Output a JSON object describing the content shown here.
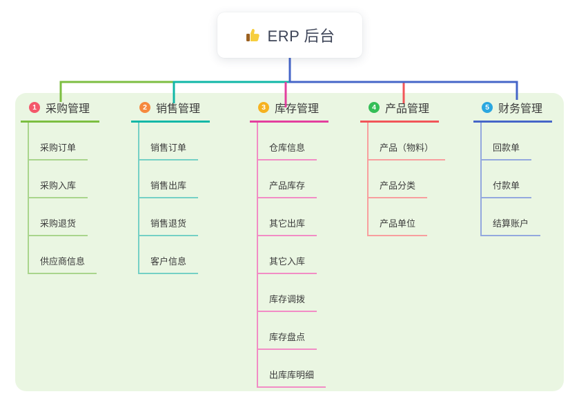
{
  "root": {
    "title": "ERP 后台",
    "icon": "thumbs-up-icon"
  },
  "panel_color": "#EAF6E2",
  "stem_color": "#4565C8",
  "branches": [
    {
      "number": "1",
      "title": "采购管理",
      "badge_color": "#F4586B",
      "line_color": "#7CBE41",
      "child_line_color": "#A9D58C",
      "children": [
        "采购订单",
        "采购入库",
        "采购退货",
        "供应商信息"
      ]
    },
    {
      "number": "2",
      "title": "销售管理",
      "badge_color": "#F6893E",
      "line_color": "#10B7A7",
      "child_line_color": "#74D0C5",
      "children": [
        "销售订单",
        "销售出库",
        "销售退货",
        "客户信息"
      ]
    },
    {
      "number": "3",
      "title": "库存管理",
      "badge_color": "#F6B220",
      "line_color": "#E33F9E",
      "child_line_color": "#F28CC5",
      "children": [
        "仓库信息",
        "产品库存",
        "其它出库",
        "其它入库",
        "库存调拨",
        "库存盘点",
        "出库库明细"
      ]
    },
    {
      "number": "4",
      "title": "产品管理",
      "badge_color": "#34BE57",
      "line_color": "#F15558",
      "child_line_color": "#F89E9E",
      "children": [
        "产品（物料）",
        "产品分类",
        "产品单位"
      ]
    },
    {
      "number": "5",
      "title": "财务管理",
      "badge_color": "#2BA7E0",
      "line_color": "#4565C8",
      "child_line_color": "#93A8DE",
      "children": [
        "回款单",
        "付款单",
        "结算账户"
      ]
    }
  ]
}
